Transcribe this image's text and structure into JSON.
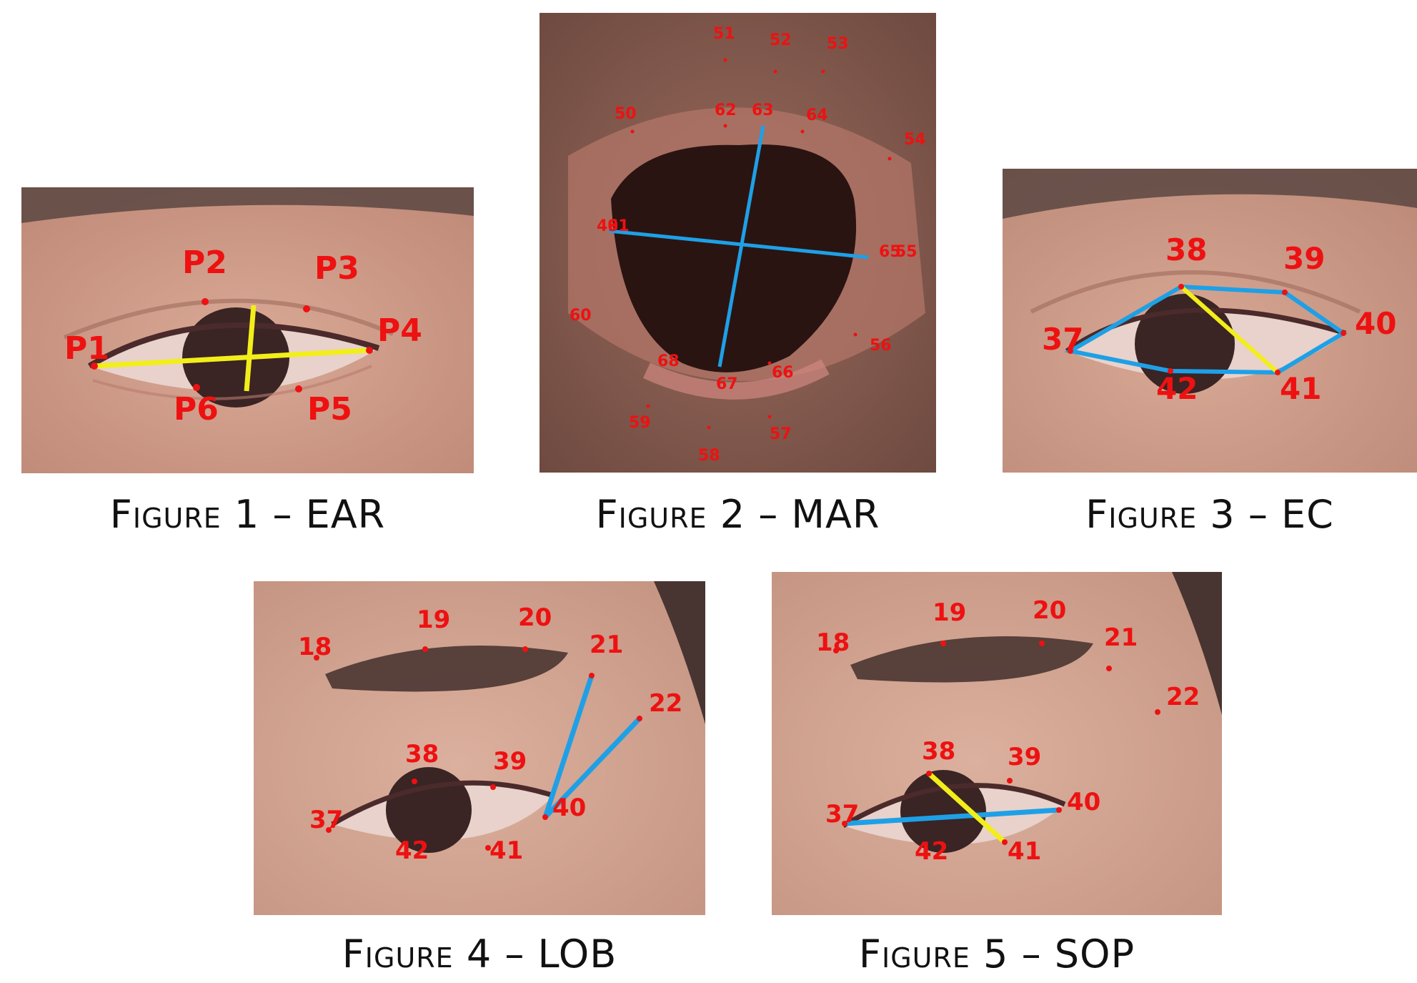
{
  "figures": [
    {
      "caption_word": "Figure",
      "caption_rest": "1 – EAR",
      "landmarks": [
        "P1",
        "P2",
        "P3",
        "P4",
        "P5",
        "P6"
      ],
      "line_colors": [
        "#f2ee1a"
      ]
    },
    {
      "caption_word": "Figure",
      "caption_rest": "2 – MAR",
      "landmarks": [
        "49",
        "61",
        "50",
        "51",
        "52",
        "53",
        "54",
        "55",
        "56",
        "57",
        "58",
        "59",
        "60",
        "62",
        "63",
        "64",
        "65",
        "66",
        "67",
        "68"
      ],
      "line_colors": [
        "#1ea0e6"
      ]
    },
    {
      "caption_word": "Figure",
      "caption_rest": "3 – EC",
      "landmarks": [
        "37",
        "38",
        "39",
        "40",
        "41",
        "42"
      ],
      "line_colors": [
        "#1ea0e6",
        "#f2ee1a"
      ]
    },
    {
      "caption_word": "Figure",
      "caption_rest": "4 – LOB",
      "landmarks": [
        "18",
        "19",
        "20",
        "21",
        "22",
        "37",
        "38",
        "39",
        "40",
        "41",
        "42"
      ],
      "line_colors": [
        "#1ea0e6"
      ]
    },
    {
      "caption_word": "Figure",
      "caption_rest": "5 – SOP",
      "landmarks": [
        "18",
        "19",
        "20",
        "21",
        "22",
        "37",
        "38",
        "39",
        "40",
        "41",
        "42"
      ],
      "line_colors": [
        "#1ea0e6",
        "#f2ee1a"
      ]
    }
  ]
}
